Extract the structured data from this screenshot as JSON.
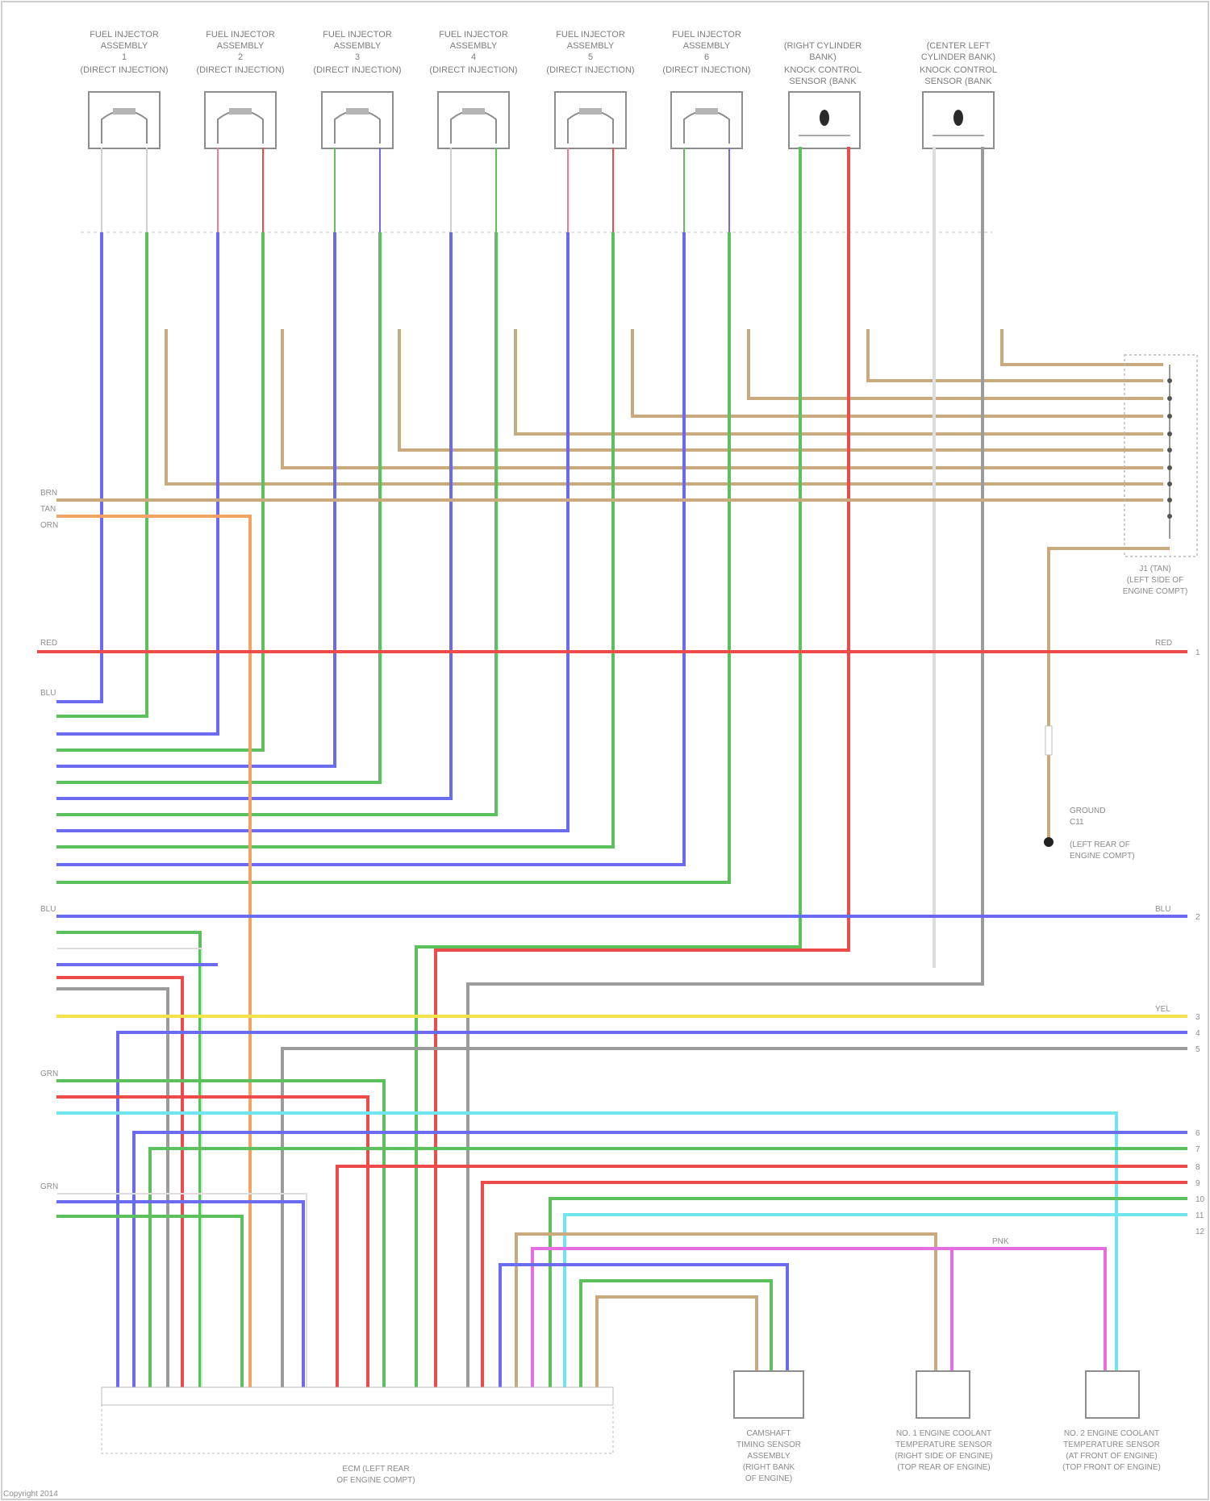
{
  "colors": {
    "BLU": "#6b6bf0",
    "GRN": "#5cc05c",
    "RED": "#ef4a4a",
    "PNK": "#f07a9a",
    "TAN": "#c9aa7e",
    "ORN": "#f2a364",
    "YEL": "#f2e34a",
    "GRY": "#9b9b9b",
    "CYN": "#6fe5f0",
    "MAG": "#e56fe0",
    "WHT": "#dddddd",
    "BRN": "#b8955a"
  },
  "header": {
    "top_components": [
      {
        "l1": "FUEL INJECTOR",
        "l2": "ASSEMBLY",
        "l3": "1",
        "l4": "(DIRECT INJECTION)"
      },
      {
        "l1": "FUEL INJECTOR",
        "l2": "ASSEMBLY",
        "l3": "2",
        "l4": "(DIRECT INJECTION)"
      },
      {
        "l1": "FUEL INJECTOR",
        "l2": "ASSEMBLY",
        "l3": "3",
        "l4": "(DIRECT INJECTION)"
      },
      {
        "l1": "FUEL INJECTOR",
        "l2": "ASSEMBLY",
        "l3": "4",
        "l4": "(DIRECT INJECTION)"
      },
      {
        "l1": "FUEL INJECTOR",
        "l2": "ASSEMBLY",
        "l3": "5",
        "l4": "(DIRECT INJECTION)"
      },
      {
        "l1": "FUEL INJECTOR",
        "l2": "ASSEMBLY",
        "l3": "6",
        "l4": "(DIRECT INJECTION)"
      },
      {
        "l1": "(RIGHT CYLINDER",
        "l2": "BANK)",
        "l3": "KNOCK CONTROL",
        "l4": "SENSOR (BANK"
      },
      {
        "l1": "(CENTER LEFT",
        "l2": "CYLINDER BANK)",
        "l3": "KNOCK CONTROL",
        "l4": "SENSOR (BANK"
      }
    ]
  },
  "splice": {
    "l1": "J1 (TAN)",
    "l2": "(LEFT SIDE OF",
    "l3": "ENGINE COMPT)"
  },
  "ground": {
    "l1": "GROUND",
    "l2": "C11",
    "l3": "",
    "l4": "(LEFT REAR OF",
    "l5": "ENGINE COMPT)"
  },
  "bottom_components": {
    "ecm": {
      "l1": "ECM (LEFT REAR",
      "l2": "OF ENGINE COMPT)"
    },
    "camshaft": {
      "l1": "CAMSHAFT",
      "l2": "TIMING SENSOR",
      "l3": "ASSEMBLY",
      "l4": "(RIGHT BANK",
      "l5": "OF ENGINE)"
    },
    "cool1": {
      "l1": "NO. 1 ENGINE COOLANT",
      "l2": "TEMPERATURE SENSOR",
      "l3": "(RIGHT SIDE OF ENGINE)",
      "l4": "(TOP REAR OF ENGINE)"
    },
    "cool2": {
      "l1": "NO. 2 ENGINE COOLANT",
      "l2": "TEMPERATURE SENSOR",
      "l3": "(AT FRONT OF ENGINE)",
      "l4": "(TOP FRONT OF ENGINE)"
    }
  },
  "wire_labels": {
    "tan_group_top": "BRN",
    "tan_group_bot": "TAN",
    "orange_label": "ORN",
    "red_main": "RED",
    "blue_a": "BLU",
    "blue_b": "BLU",
    "yel": "YEL",
    "grn_a": "GRN",
    "grn_b": "GRN",
    "mag": "PNK"
  },
  "right_refs": {
    "r1": "1",
    "r2": "2",
    "r3": "3",
    "r4": "4",
    "r5": "5",
    "r6": "6",
    "r7": "7",
    "r8": "8",
    "r9": "9",
    "r10": "10",
    "r11": "11",
    "r12": "12"
  },
  "footer": "Copyright 2014"
}
